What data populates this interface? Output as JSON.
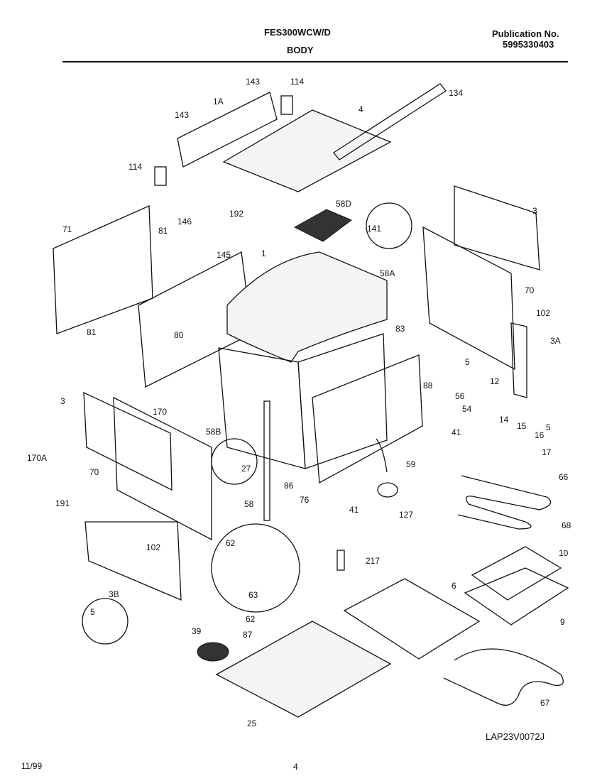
{
  "header": {
    "model": "FES300WCW/D",
    "section": "BODY",
    "publication_label": "Publication No.",
    "publication_number": "5995330403"
  },
  "footer": {
    "date": "11/99",
    "page": "4",
    "diagram_code": "LAP23V0072J"
  },
  "callouts": [
    "143",
    "114",
    "1A",
    "4",
    "134",
    "143",
    "114",
    "58D",
    "141",
    "192",
    "71",
    "81",
    "146",
    "145",
    "1",
    "58A",
    "3",
    "70",
    "102",
    "81",
    "80",
    "83",
    "3A",
    "5",
    "88",
    "12",
    "56",
    "3",
    "170",
    "54",
    "14",
    "15",
    "16",
    "5",
    "58B",
    "41",
    "17",
    "170A",
    "27",
    "59",
    "70",
    "66",
    "86",
    "76",
    "41",
    "127",
    "191",
    "58",
    "68",
    "62",
    "102",
    "217",
    "10",
    "6",
    "63",
    "3B",
    "9",
    "5",
    "62",
    "39",
    "87",
    "25",
    "67"
  ]
}
